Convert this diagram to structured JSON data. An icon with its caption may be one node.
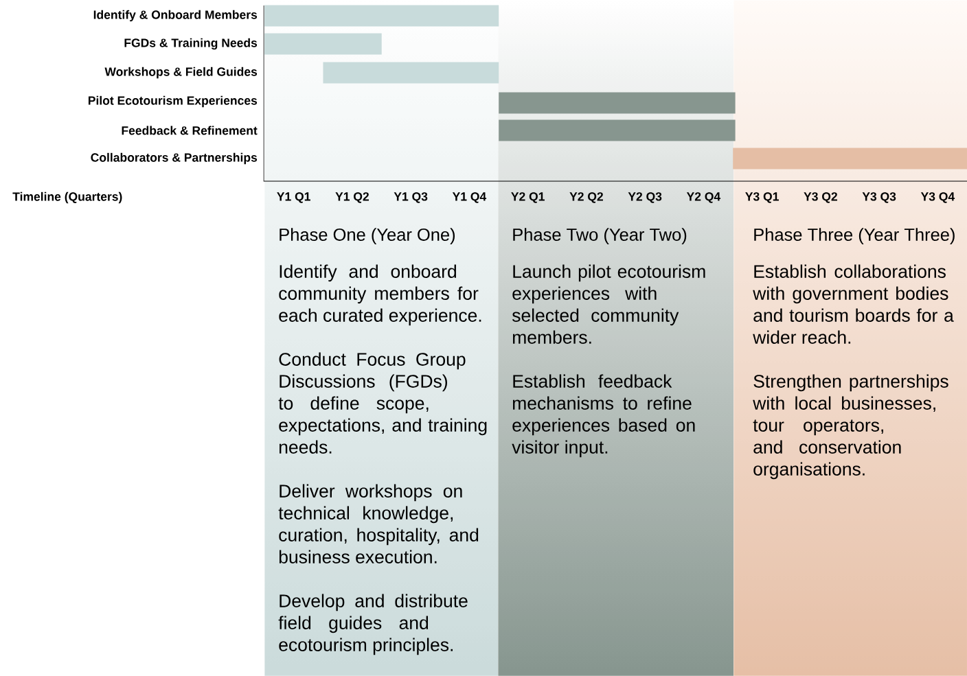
{
  "diagram": {
    "nodes": [
      {
        "text": [
          "Phase One (Year One)",
          "Identify and onboard community members for each curated experience.",
          "Conduct Focus Group Discussions (FGDs) to define scope, expectations, and training needs.",
          "Deliver workshops on technical knowledge, curation, hospitality, and business execution.",
          "Develop and distribute field guides and ecotourism principles."
        ]
      },
      {
        "text": [
          "Phase Two (Year Two)",
          "Launch pilot ecotourism experiences with selected community members.",
          "Establish feedback mechanisms to refine experiences based on visitor input."
        ]
      },
      {
        "text": [
          "Phase Three (Year Three)",
          "Establish collaborations with government bodies and tourism boards for a wider reach.",
          "Strengthen partnerships with local businesses, tour operators, and conservation organisations."
        ]
      },
      {
        "text": [],
        "shape": "bar"
      },
      {
        "text": [],
        "shape": "bar"
      },
      {
        "text": [],
        "shape": "bar"
      },
      {
        "text": [],
        "shape": "bar"
      },
      {
        "text": [],
        "shape": "bar"
      },
      {
        "text": [],
        "shape": "bar"
      }
    ],
    "labels": [
      "Identify & Onboard Members",
      "FGDs & Training Needs",
      "Workshops & Field Guides",
      "Pilot Ecotourism Experiences",
      "Feedback & Refinement",
      "Collaborators & Partnerships",
      "Timeline (Quarters)",
      "Y1 Q1",
      "Y1 Q2",
      "Y1 Q3",
      "Y1 Q4",
      "Y2 Q1",
      "Y2 Q2",
      "Y2 Q3",
      "Y2 Q4",
      "Y3 Q1",
      "Y3 Q2",
      "Y3 Q3",
      "Y3 Q4"
    ]
  }
}
